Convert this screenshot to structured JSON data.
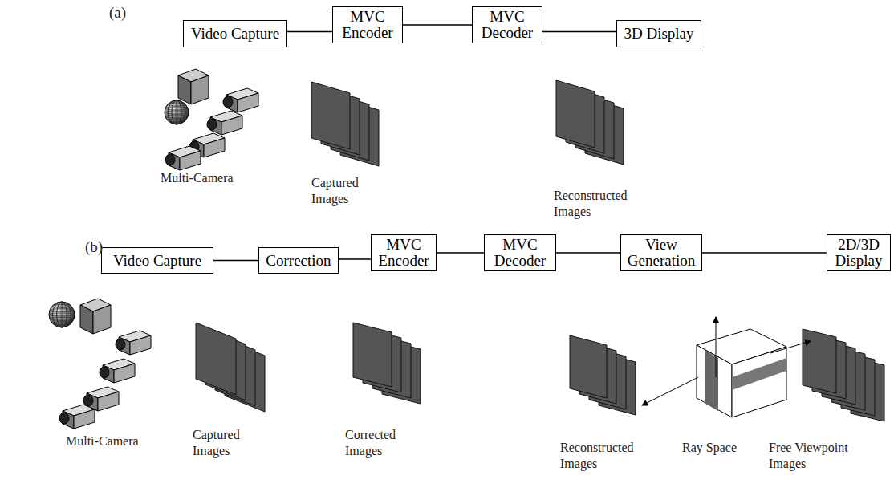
{
  "diagram": {
    "nodes": [
      {
        "text": [
          "Video Capture"
        ]
      },
      {
        "text": [
          "MVC Encoder"
        ]
      },
      {
        "text": [
          "MVC Decoder"
        ]
      },
      {
        "text": [
          "3D Display"
        ]
      },
      {
        "text": [
          "Video Capture"
        ]
      },
      {
        "text": [
          "Correction"
        ]
      },
      {
        "text": [
          "MVC Encoder"
        ]
      },
      {
        "text": [
          "MVC Decoder"
        ]
      },
      {
        "text": [
          "View Generation"
        ]
      },
      {
        "text": [
          "2D/3D Display"
        ]
      }
    ],
    "edges": [
      {
        "from": 0,
        "to": 1,
        "arrow": "none"
      },
      {
        "from": 1,
        "to": 2,
        "arrow": "none"
      },
      {
        "from": 2,
        "to": 3,
        "arrow": "none"
      },
      {
        "from": 4,
        "to": 5,
        "arrow": "none"
      },
      {
        "from": 5,
        "to": 6,
        "arrow": "none"
      },
      {
        "from": 6,
        "to": 7,
        "arrow": "none"
      },
      {
        "from": 7,
        "to": 8,
        "arrow": "none"
      },
      {
        "from": 8,
        "to": 9,
        "arrow": "none"
      }
    ],
    "labels": [
      "(a)",
      "Multi-Camera",
      "Captured Images",
      "Reconstructed Images",
      "(b)",
      "Multi-Camera",
      "Captured Images",
      "Corrected Images",
      "Reconstructed Images",
      "Ray Space",
      "Free Viewpoint Images"
    ]
  }
}
